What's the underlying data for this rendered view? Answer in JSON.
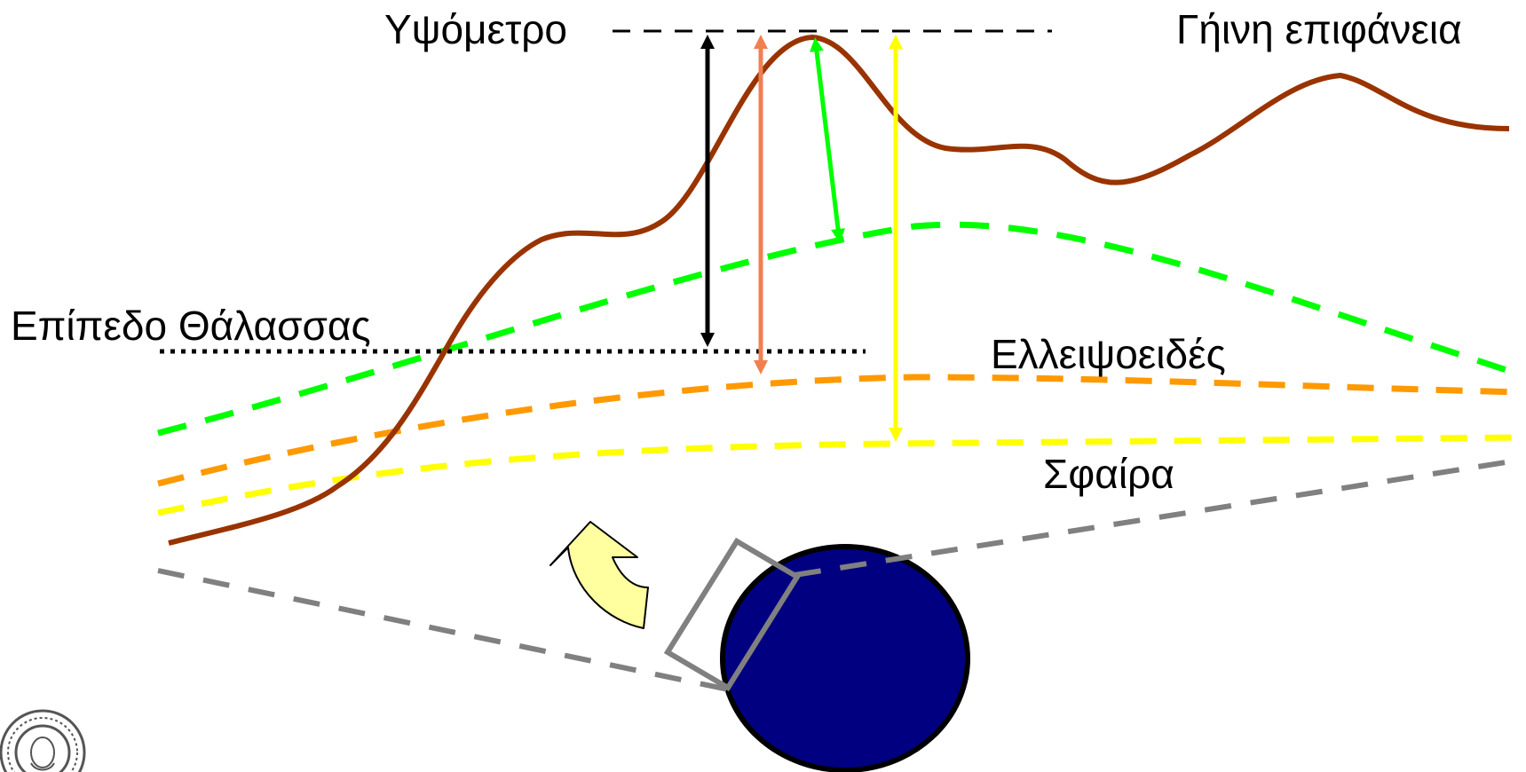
{
  "labels": {
    "altitude": "Υψόμετρο",
    "earth_surface": "Γήινη επιφάνεια",
    "sea_level": "Επίπεδο Θάλασσας",
    "ellipsoid": "Ελλειψοειδές",
    "sphere": "Σφαίρα"
  },
  "colors": {
    "terrain": "#993300",
    "geoid": "#00ff00",
    "ellipsoid": "#ff9900",
    "sphere": "#ffff00",
    "earth": "#000080",
    "projection_lines": "#808080",
    "orthometric_arrow": "#000000",
    "ellipsoidal_arrow": "#f08050",
    "normal_arrow": "#00ff00",
    "sphere_arrow": "#ffff00",
    "rotate_arrow_fill": "#ffffa0"
  },
  "icons": {
    "rotate_arrow": "curved-arrow-icon",
    "logo": "university-seal-icon"
  }
}
